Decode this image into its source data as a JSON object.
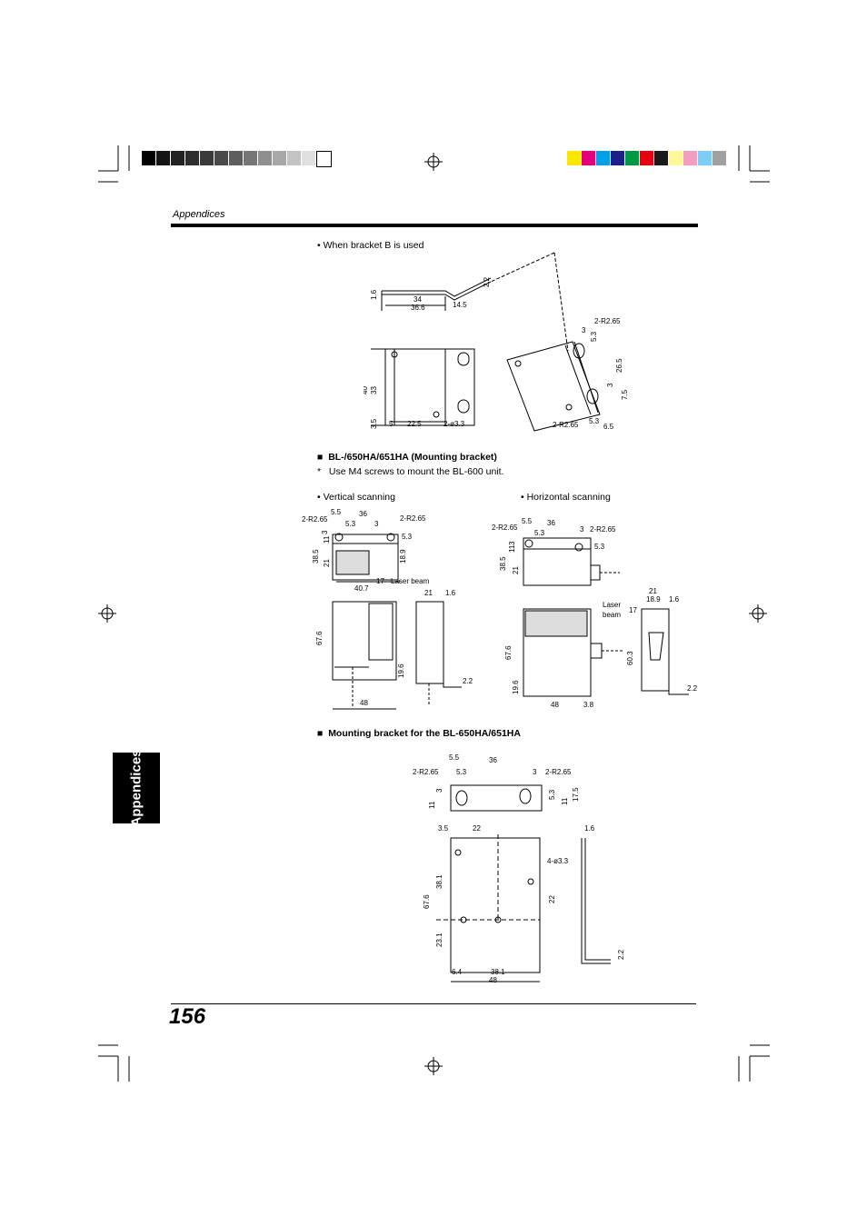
{
  "header": {
    "section": "Appendices"
  },
  "side_tab": {
    "label": "Appendices"
  },
  "page_number": "156",
  "colors": {
    "gray_bar": [
      "#000000",
      "#151515",
      "#222222",
      "#2e2e2e",
      "#3a3a3a",
      "#4a4a4a",
      "#5e5e5e",
      "#767676",
      "#8f8f8f",
      "#a8a8a8",
      "#c3c3c3",
      "#e0e0e0",
      "#ffffff"
    ],
    "color_bar": [
      "#ffe600",
      "#e5007e",
      "#00a0e9",
      "#1d2088",
      "#009944",
      "#e60012",
      "#1a1a1a",
      "#fff799",
      "#f19ec2",
      "#7ecef4",
      "#a0a0a0"
    ]
  },
  "section1": {
    "bullet": "• When bracket B is used"
  },
  "section2": {
    "heading": "BL-/650HA/651HA (Mounting bracket)",
    "note": "Use M4 screws to mount the BL-600 unit.",
    "note_mark": "*",
    "vertical": "• Vertical scanning",
    "horizontal": "• Horizontal scanning"
  },
  "section3": {
    "heading": "Mounting bracket for the BL-650HA/651HA"
  },
  "square_mark": "■",
  "dims": {
    "d1": [
      "1.6",
      "34",
      "36.6",
      "14.5",
      "2.2",
      "40",
      "33",
      "3.5",
      "5",
      "22.5",
      "2-ø3.3",
      "2-R2.65",
      "3",
      "5.3",
      "26.5",
      "3",
      "7.5",
      "5.3",
      "6.5",
      "2-R2.65"
    ],
    "d2": [
      "2-R2.65",
      "5.5",
      "36",
      "5.3",
      "3",
      "2-R2.65",
      "5.3",
      "38.5",
      "11",
      "3",
      "21",
      "18.9",
      "40.7",
      "17",
      "Laser beam",
      "21",
      "1.6",
      "67.6",
      "19.6",
      "48",
      "2.2"
    ],
    "d3": [
      "2-R2.65",
      "5.5",
      "36",
      "5.3",
      "3",
      "2-R2.65",
      "5.3",
      "38.5",
      "11",
      "3",
      "21",
      "Laser",
      "beam",
      "21",
      "18.9",
      "1.6",
      "17",
      "67.6",
      "60.3",
      "19.6",
      "48",
      "3.8",
      "2.2"
    ],
    "d4": [
      "5.5",
      "36",
      "2-R2.65",
      "5.3",
      "3",
      "2-R2.65",
      "3",
      "11",
      "5.3",
      "11",
      "17.5",
      "3.5",
      "22",
      "1.6",
      "4-ø3.3",
      "67.6",
      "38.1",
      "22",
      "23.1",
      "6.4",
      "38.1",
      "48",
      "2.2"
    ]
  }
}
